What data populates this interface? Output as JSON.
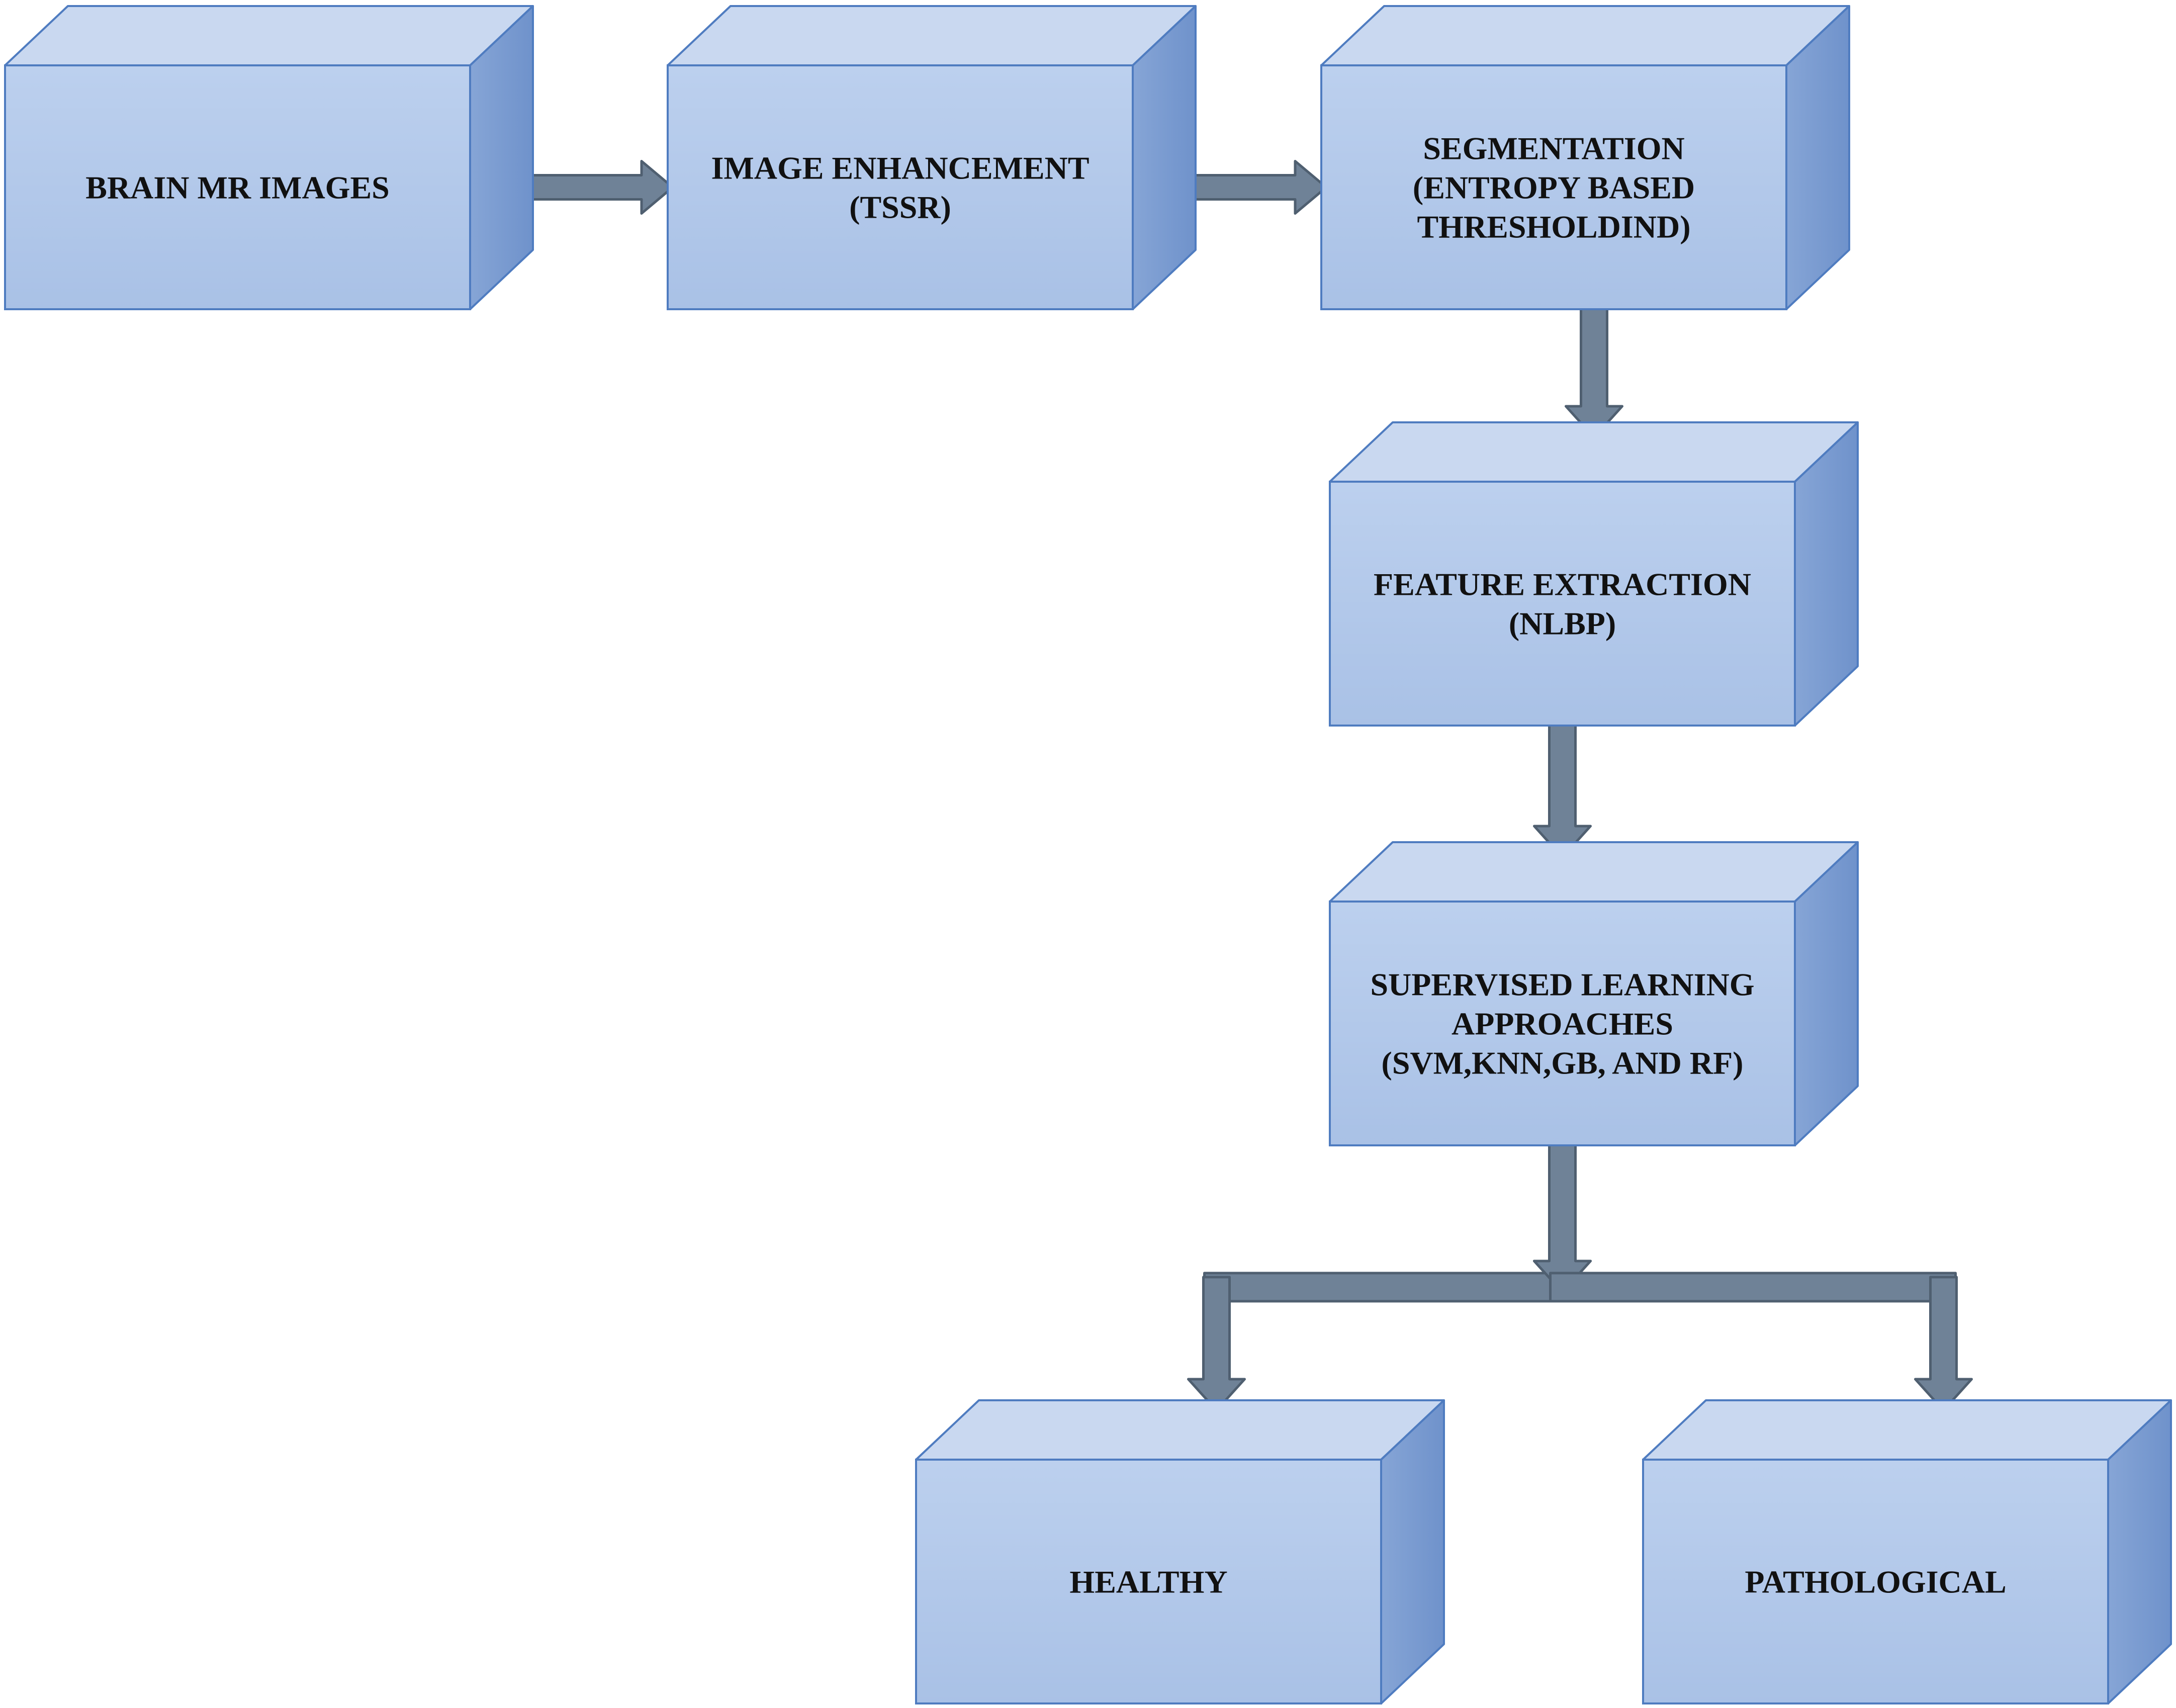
{
  "diagram": {
    "boxes": [
      {
        "id": "brain-mr-images",
        "lines": [
          "BRAIN MR IMAGES"
        ]
      },
      {
        "id": "image-enhancement",
        "lines": [
          "IMAGE ENHANCEMENT",
          "(TSSR)"
        ]
      },
      {
        "id": "segmentation",
        "lines": [
          "SEGMENTATION",
          "(ENTROPY BASED",
          "THRESHOLDIND)"
        ]
      },
      {
        "id": "feature-extraction",
        "lines": [
          "FEATURE EXTRACTION",
          "(NLBP)"
        ]
      },
      {
        "id": "supervised-learning",
        "lines": [
          "SUPERVISED LEARNING",
          "APPROACHES",
          "(SVM,KNN,GB, AND RF)"
        ]
      },
      {
        "id": "healthy",
        "lines": [
          "HEALTHY"
        ]
      },
      {
        "id": "pathological",
        "lines": [
          "PATHOLOGICAL"
        ]
      }
    ],
    "edges": [
      {
        "from": "brain-mr-images",
        "to": "image-enhancement"
      },
      {
        "from": "image-enhancement",
        "to": "segmentation"
      },
      {
        "from": "segmentation",
        "to": "feature-extraction"
      },
      {
        "from": "feature-extraction",
        "to": "supervised-learning"
      },
      {
        "from": "supervised-learning",
        "to": "healthy"
      },
      {
        "from": "supervised-learning",
        "to": "pathological"
      }
    ],
    "colors": {
      "box_front": "#b1c7e8",
      "box_top": "#c9d8f0",
      "box_side": "#7f9ed2",
      "box_edge": "#4f7cc0",
      "arrow_fill": "#6f8297",
      "arrow_edge": "#4f5f70",
      "text": "#111111"
    }
  }
}
